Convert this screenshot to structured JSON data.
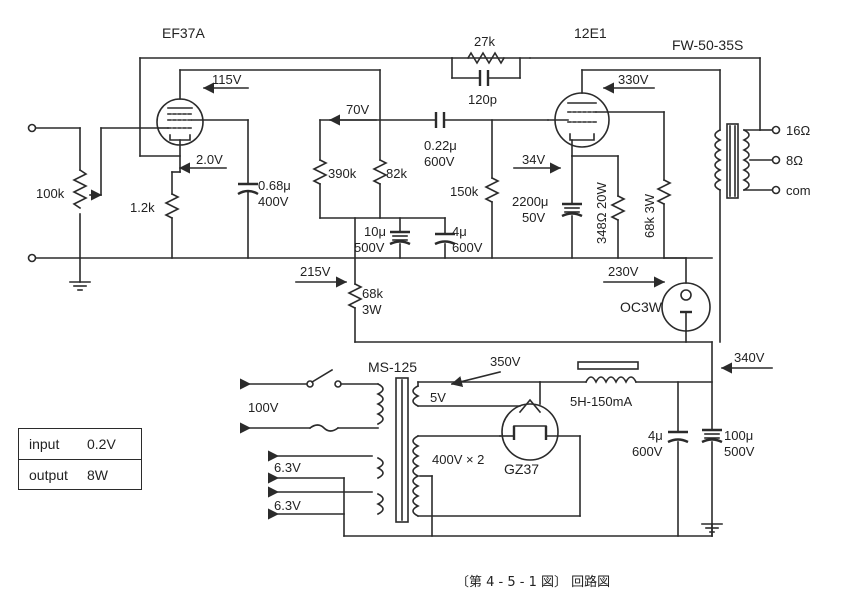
{
  "tubes": {
    "v1": "EF37A",
    "v2": "12E1",
    "regulator": "OC3W",
    "rectifier": "GZ37"
  },
  "transformers": {
    "output": "FW-50-35S",
    "power": "MS-125",
    "output_taps": [
      "16Ω",
      "8Ω",
      "com"
    ]
  },
  "components": {
    "vol_pot": "100k",
    "r_cathode1": "1.2k",
    "c_cathode1": "0.68μ",
    "c_cathode1_v": "400V",
    "r_plate1": "390k",
    "r_screen1": "82k",
    "c_coupling": "0.22μ",
    "c_coupling_v": "600V",
    "r_grid2": "150k",
    "c_cathode2": "2200μ",
    "c_cathode2_v": "50V",
    "r_cathode2": "348Ω 20W",
    "r_screen2": "68k 3W",
    "c_dec1": "10μ",
    "c_dec1_v": "500V",
    "c_dec2": "4μ",
    "c_dec2_v": "600V",
    "r_drop": "68k",
    "r_drop_w": "3W",
    "r_fb": "27k",
    "c_fb": "120p",
    "choke": "5H-150mA",
    "c_filt1": "4μ",
    "c_filt1_v": "600V",
    "c_filt2": "100μ",
    "c_filt2_v": "500V",
    "heater": "5V",
    "ht_winding": "400V × 2"
  },
  "voltages": {
    "v1_plate": "115V",
    "v1_cathode": "2.0V",
    "node_70": "70V",
    "v2_plate": "330V",
    "v2_cathode": "34V",
    "node_215": "215V",
    "node_230": "230V",
    "node_350": "350V",
    "node_340": "340V",
    "mains": "100V",
    "heater_a": "6.3V",
    "heater_b": "6.3V"
  },
  "io_box": {
    "input_label": "input",
    "input_value": "0.2V",
    "output_label": "output",
    "output_value": "8W"
  },
  "caption": "〔第 4 - 5 - 1 図〕 回路図"
}
